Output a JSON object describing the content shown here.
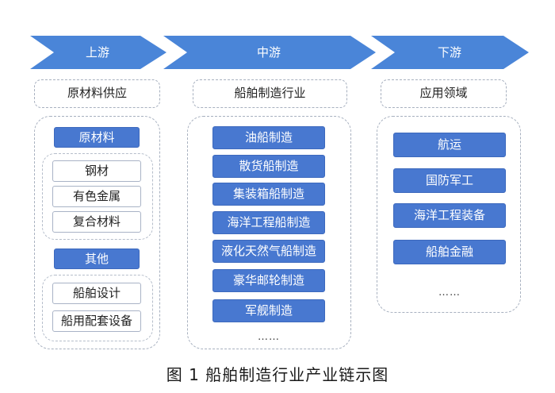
{
  "colors": {
    "arrow": "#4a85d8",
    "box": "#4878d0",
    "border": "#a7b0bf"
  },
  "stages": [
    {
      "label": "上游",
      "head": "原材料供应",
      "groups": [
        {
          "title": "原材料",
          "items": [
            "钢材",
            "有色金属",
            "复合材料"
          ]
        },
        {
          "title": "其他",
          "items": [
            "船舶设计",
            "船用配套设备"
          ]
        }
      ]
    },
    {
      "label": "中游",
      "head": "船舶制造行业",
      "items": [
        "油船制造",
        "散货船制造",
        "集装箱船制造",
        "海洋工程船制造",
        "液化天然气船制造",
        "豪华邮轮制造",
        "军舰制造"
      ],
      "more": "……"
    },
    {
      "label": "下游",
      "head": "应用领域",
      "items": [
        "航运",
        "国防军工",
        "海洋工程装备",
        "船舶金融"
      ],
      "more": "……"
    }
  ],
  "caption": "图 1  船舶制造行业产业链示图"
}
